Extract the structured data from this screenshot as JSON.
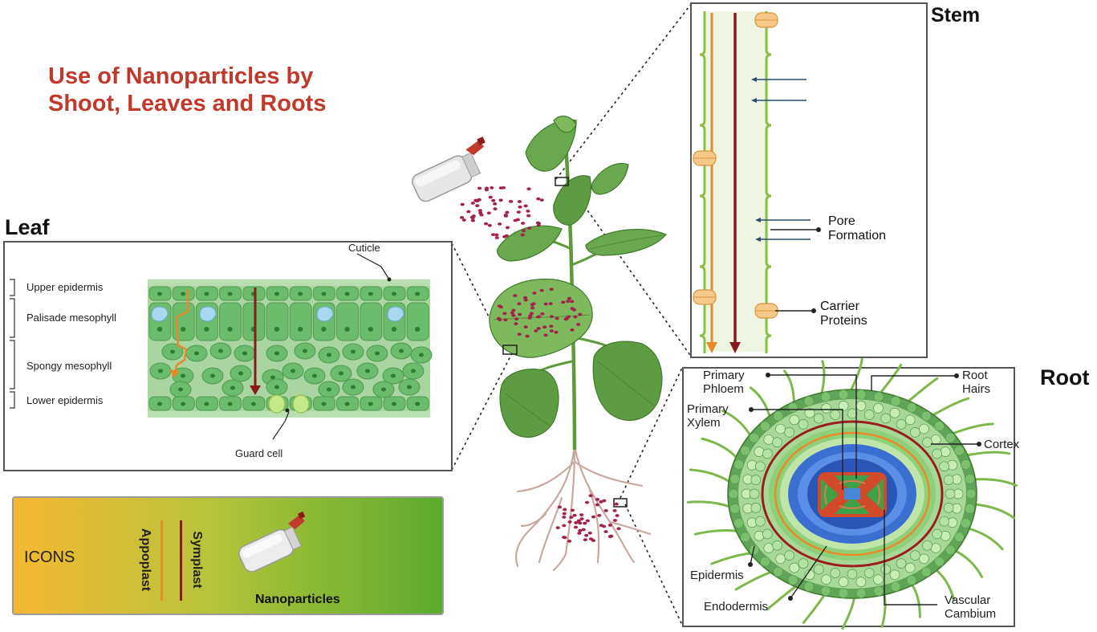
{
  "title": {
    "line1": "Use of Nanoparticles by",
    "line2": "Shoot, Leaves and Roots"
  },
  "leaf": {
    "heading": "Leaf",
    "labels": {
      "cuticle": "Cuticle",
      "upper_epidermis": "Upper epidermis",
      "palisade": "Palisade mesophyll",
      "spongy": "Spongy mesophyll",
      "lower_epidermis": "Lower epidermis",
      "guard_cell": "Guard cell"
    }
  },
  "stem": {
    "heading": "Stem",
    "labels": {
      "pore_1": "Pore",
      "pore_2": "Formation",
      "carrier_1": "Carrier",
      "carrier_2": "Proteins"
    }
  },
  "root": {
    "heading": "Root",
    "labels": {
      "phloem_1": "Primary",
      "phloem_2": "Phloem",
      "xylem_1": "Primary",
      "xylem_2": "Xylem",
      "hairs_1": "Root",
      "hairs_2": "Hairs",
      "cortex": "Cortex",
      "epidermis": "Epidermis",
      "endodermis": "Endodermis",
      "cambium_1": "Vascular",
      "cambium_2": "Cambium"
    }
  },
  "icons": {
    "heading": "ICONS",
    "appoplast": "Appoplast",
    "symplast": "Symplast",
    "nanoparticles": "Nanoparticles"
  },
  "colors": {
    "title_red": "#c0392b",
    "appoplast_orange": "#e8892a",
    "symplast_red": "#8b1a1a",
    "nanoparticle": "#a3234a",
    "cell_green": "#6bbd6b"
  }
}
